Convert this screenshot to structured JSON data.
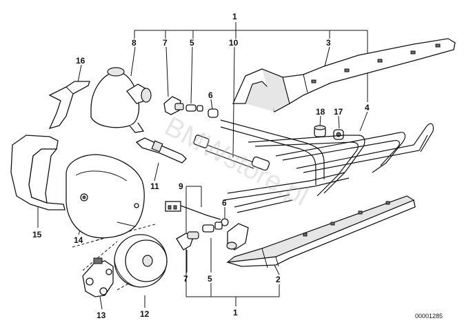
{
  "diagram": {
    "callouts": {
      "top_1": "1",
      "n8": "8",
      "n7_top": "7",
      "n5_top": "5",
      "n10": "10",
      "n3": "3",
      "n16": "16",
      "n6_top": "6",
      "n18": "18",
      "n17": "17",
      "n4": "4",
      "n11": "11",
      "n9": "9",
      "n6_mid": "6",
      "n15": "15",
      "n14": "14",
      "n7_bottom": "7",
      "n5_bottom": "5",
      "n2": "2",
      "n13": "13",
      "n12": "12",
      "bottom_1": "1"
    },
    "drawing_code": "00001285",
    "watermark": "BMWstore.pl"
  }
}
